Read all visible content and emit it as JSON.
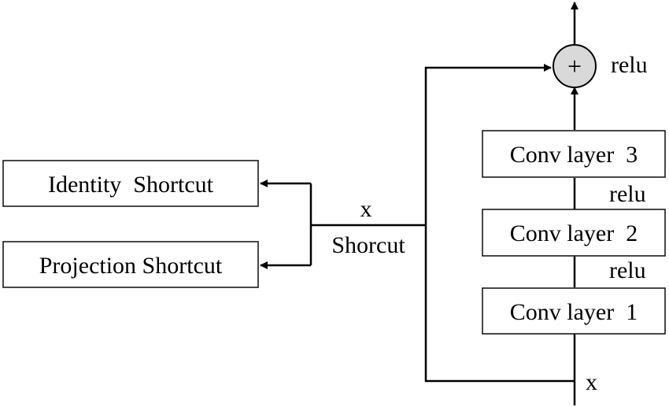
{
  "boxes": {
    "identity": "Identity  Shortcut",
    "projection": "Projection Shortcut",
    "conv3": "Conv layer  3",
    "conv2": "Conv layer  2",
    "conv1": "Conv layer  1"
  },
  "labels": {
    "x_mid": "x",
    "shortcut": "Shorcut",
    "x_bottom": "x",
    "relu_top": "relu",
    "relu_32": "relu",
    "relu_21": "relu",
    "plus": "+"
  },
  "colors": {
    "line": "#000000",
    "box_border": "#1a1a1a",
    "plus_fill": "#d9d9d9"
  }
}
